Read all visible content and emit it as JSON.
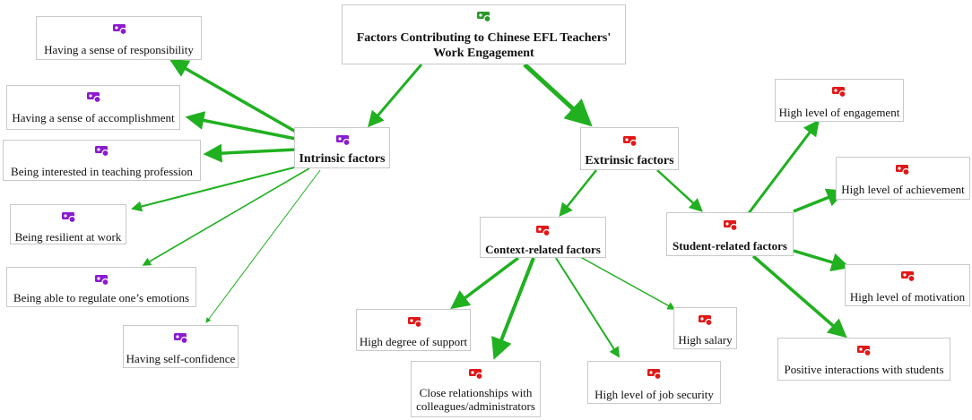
{
  "colors": {
    "arrow": "#20b020",
    "icon_root": "#2a9a2a",
    "icon_intrinsic": "#8b1ad0",
    "icon_extrinsic": "#e01818",
    "border": "#c9c9c9"
  },
  "nodes": {
    "root": {
      "label": "Factors Contributing to Chinese EFL Teachers' Work Engagement",
      "icon": "tag-icon"
    },
    "intrinsic": {
      "label": "Intrinsic factors",
      "icon": "tag-icon"
    },
    "extrinsic": {
      "label": "Extrinsic factors",
      "icon": "tag-icon"
    },
    "context": {
      "label": "Context-related factors",
      "icon": "tag-icon"
    },
    "student": {
      "label": "Student-related factors",
      "icon": "tag-icon"
    },
    "responsibility": {
      "label": "Having a sense of responsibility",
      "icon": "tag-icon"
    },
    "accomplishment": {
      "label": "Having a sense of accomplishment",
      "icon": "tag-icon"
    },
    "interested": {
      "label": "Being interested in teaching profession",
      "icon": "tag-icon"
    },
    "resilient": {
      "label": "Being resilient at work",
      "icon": "tag-icon"
    },
    "regulate": {
      "label": "Being able to regulate one’s emotions",
      "icon": "tag-icon"
    },
    "confidence": {
      "label": "Having self-confidence",
      "icon": "tag-icon"
    },
    "support": {
      "label": "High degree of support",
      "icon": "tag-icon"
    },
    "relationships": {
      "label": "Close relationships with colleagues/administrators",
      "icon": "tag-icon"
    },
    "jobsecurity": {
      "label": "High level of job security",
      "icon": "tag-icon"
    },
    "salary": {
      "label": "High salary",
      "icon": "tag-icon"
    },
    "engagement": {
      "label": "High level of engagement",
      "icon": "tag-icon"
    },
    "achievement": {
      "label": "High level of achievement",
      "icon": "tag-icon"
    },
    "motivation": {
      "label": "High level of motivation",
      "icon": "tag-icon"
    },
    "interactions": {
      "label": "Positive interactions with students",
      "icon": "tag-icon"
    }
  }
}
